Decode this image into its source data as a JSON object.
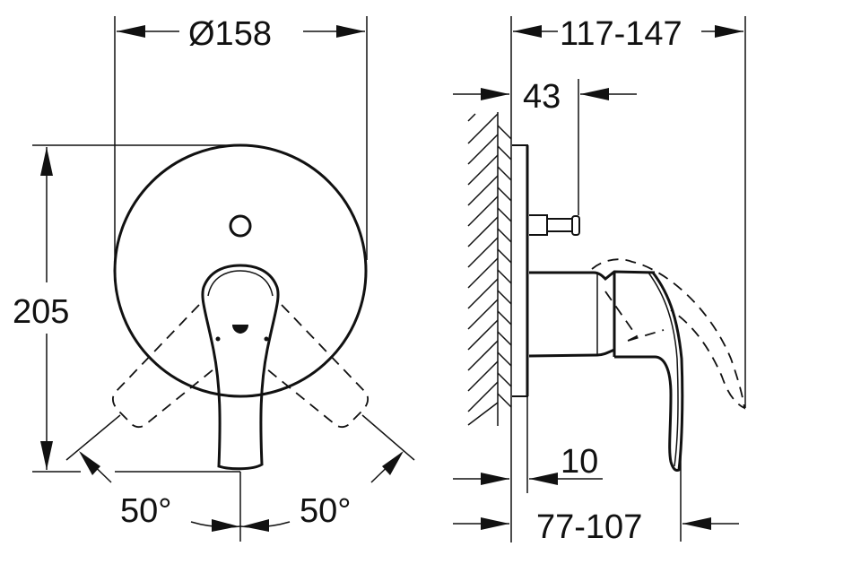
{
  "drawing": {
    "title": "Single-lever mixer dimension drawing",
    "views": {
      "front": {
        "diameter_label": "Ø158",
        "height_label": "205",
        "angle_left_label": "50°",
        "angle_right_label": "50°"
      },
      "side": {
        "depth_total_label": "117-147",
        "pin_offset_label": "43",
        "plate_thickness_label": "10",
        "lever_depth_label": "77-107"
      }
    },
    "colors": {
      "line": "#111111",
      "background": "#ffffff"
    }
  }
}
